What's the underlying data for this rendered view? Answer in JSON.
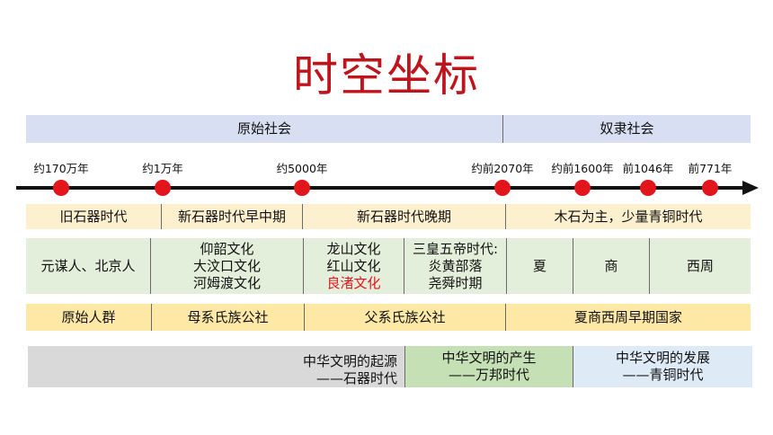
{
  "title": "时空坐标",
  "eras": {
    "primitive": "原始社会",
    "slave": "奴隶社会"
  },
  "timeline": {
    "labels": [
      "约170万年",
      "约1万年",
      "约5000年",
      "约前2070年",
      "约前1600年",
      "前1046年",
      "前771年"
    ]
  },
  "row_age": [
    "旧石器时代",
    "新石器时代早中期",
    "新石器时代晚期",
    "木石为主，少量青铜时代"
  ],
  "row_sites": {
    "c1": "元谋人、北京人",
    "c2": [
      "仰韶文化",
      "大汶口文化",
      "河姆渡文化"
    ],
    "c3": [
      "龙山文化",
      "红山文化",
      "良渚文化"
    ],
    "c4": [
      "三皇五帝时代:",
      "炎黄部落",
      "尧舜时期"
    ],
    "c5": "夏",
    "c6": "商",
    "c7": "西周"
  },
  "row_society": [
    "原始人群",
    "母系氏族公社",
    "父系氏族公社",
    "夏商西周早期国家"
  ],
  "civilization": [
    {
      "line1": "中华文明的起源",
      "line2": "——石器时代"
    },
    {
      "line1": "中华文明的产生",
      "line2": "——万邦时代"
    },
    {
      "line1": "中华文明的发展",
      "line2": "——青铜时代"
    }
  ],
  "colors": {
    "title": "#c0141c",
    "dot": "#e2141c",
    "era_bar": "#d9dff2",
    "row_age": "#fdf0cf",
    "row_sites": "#e3efda",
    "row_society": "#fde8a6",
    "civ_origin": "#d9d9d9",
    "civ_birth": "#c5e0b4",
    "civ_development": "#deebf7"
  }
}
